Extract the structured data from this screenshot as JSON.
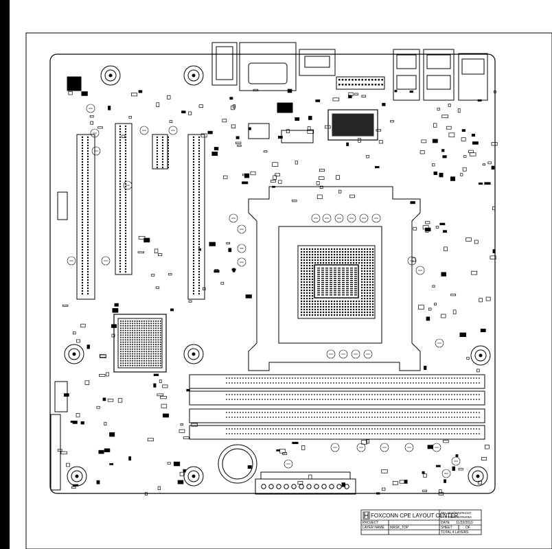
{
  "colors": {
    "ink": "#000000",
    "paper": "#ffffff",
    "edge_bar": "#000000"
  },
  "title_block": {
    "company": "FOXCONN CPE LAYOUT CENTER",
    "tel": "TEL:38200004#54137",
    "fax": "FAX:38200004#54054",
    "project_label": "PROJECT",
    "project_value": "",
    "date_label": "DATE",
    "date_value": "11/22/2010",
    "layer_label": "LAYER NAME",
    "layer_value": "MASK_TOP",
    "sheet_label": "SHEET",
    "sheet_of": "OF",
    "total_layers": "TOTAL 4 LAYERS"
  },
  "board_labels": {
    "cpu_socket_marking": "",
    "rear_io": [
      "",
      "",
      "",
      ""
    ]
  },
  "icons": [
    "foxconn-logo-icon"
  ]
}
